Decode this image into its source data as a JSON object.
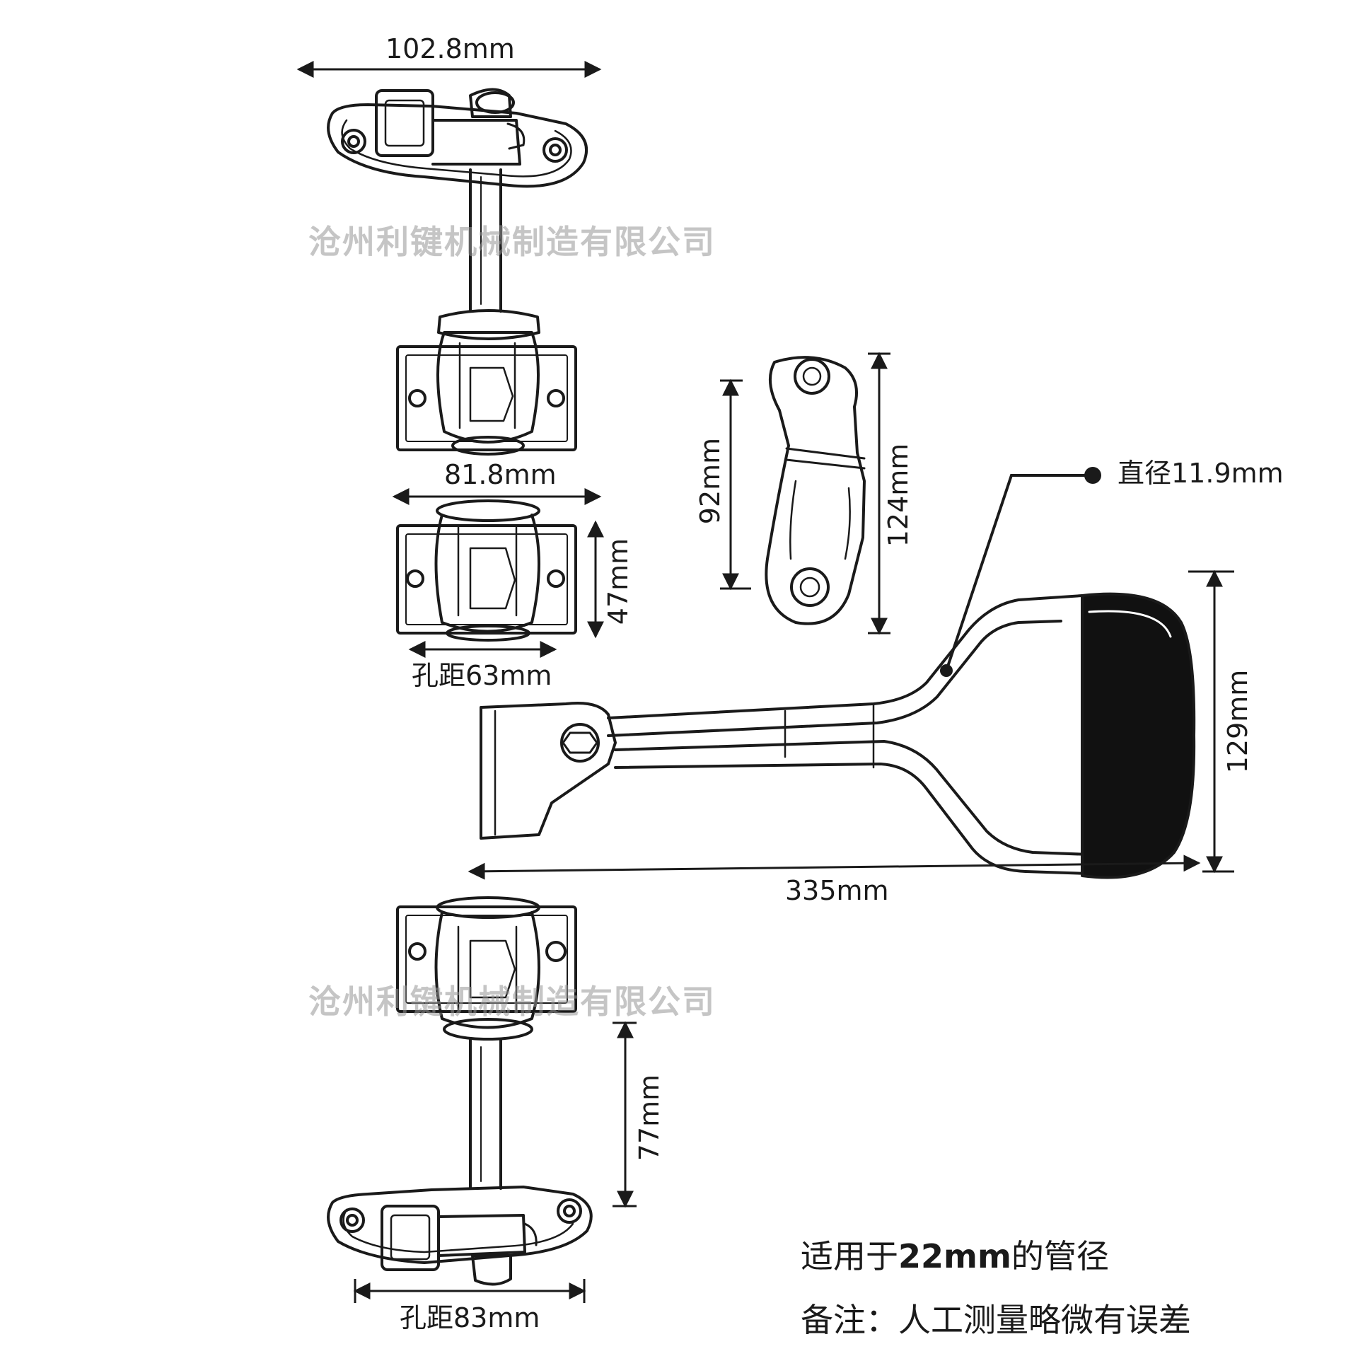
{
  "dimensions": {
    "top_width": "102.8mm",
    "socket_width": "81.8mm",
    "socket_height": "47mm",
    "socket_hole_spacing": "孔距63mm",
    "bracket_inner": "92mm",
    "bracket_outer": "124mm",
    "rod_diameter": "直径11.9mm",
    "handle_height": "129mm",
    "handle_length": "335mm",
    "bottom_height": "77mm",
    "bottom_hole_spacing": "孔距83mm"
  },
  "watermark": "沧州利键机械制造有限公司",
  "notes": {
    "line1_prefix": "适用于",
    "line1_bold": "22mm",
    "line1_suffix": "的管径",
    "line2": "备注：人工测量略微有误差"
  },
  "colors": {
    "stroke": "#1a1a1a",
    "grip": "#111111",
    "watermark": "#969696"
  }
}
